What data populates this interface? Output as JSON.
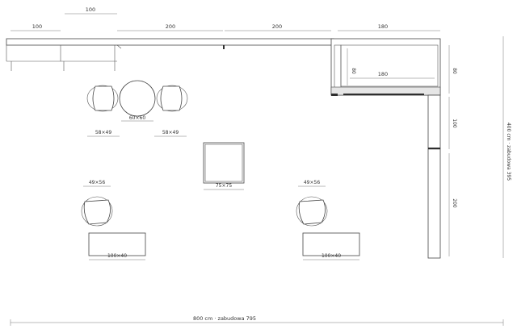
{
  "top_dimensions": {
    "bench_offset": "100",
    "segment_left": "100",
    "segment_mid1": "200",
    "segment_mid2": "200",
    "segment_right": "180"
  },
  "corner_unit": {
    "depth": "80",
    "width": "180",
    "height_label": "80"
  },
  "right_dimensions": {
    "upper": "100",
    "lower": "200",
    "total": "400 cm · zabudowa 395"
  },
  "dining": {
    "table": "60×60",
    "chair_left": "58×49",
    "chair_right": "58×49"
  },
  "center_table": "75×75",
  "lounge_left": {
    "chair": "49×56",
    "bench": "100×40"
  },
  "lounge_right": {
    "chair": "49×56",
    "bench": "100×40"
  },
  "bottom_dimension": "800 cm · zabudowa 795"
}
